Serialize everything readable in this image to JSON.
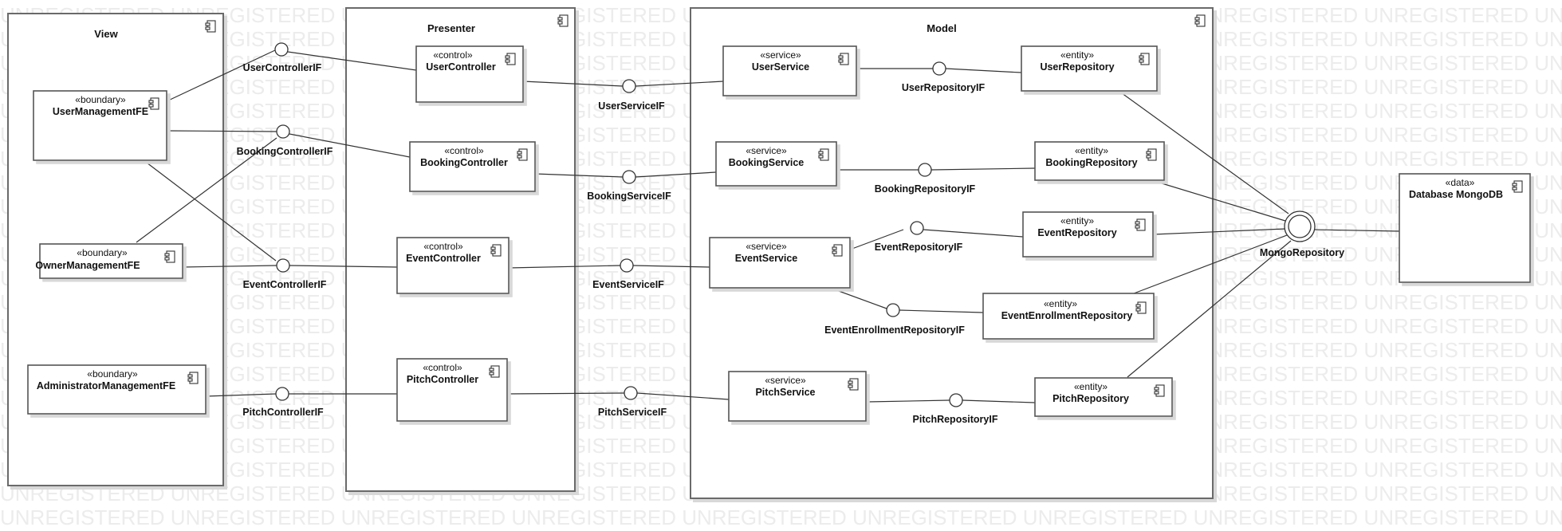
{
  "watermark": "UNREGISTERED UNREGISTERED UNREGISTERED UNREGISTERED UNREGISTERED UNREGISTERED UNREGISTERED UNREGISTERED UNREGISTERED UNREGISTERED",
  "packages": {
    "view": "View",
    "presenter": "Presenter",
    "model": "Model"
  },
  "components": {
    "user_management_fe": {
      "stereotype": "«boundary»",
      "name": "UserManagementFE"
    },
    "owner_management_fe": {
      "stereotype": "«boundary»",
      "name": "OwnerManagementFE"
    },
    "administrator_management_fe": {
      "stereotype": "«boundary»",
      "name": "AdministratorManagementFE"
    },
    "user_controller": {
      "stereotype": "«control»",
      "name": "UserController"
    },
    "booking_controller": {
      "stereotype": "«control»",
      "name": "BookingController"
    },
    "event_controller": {
      "stereotype": "«control»",
      "name": "EventController"
    },
    "pitch_controller": {
      "stereotype": "«control»",
      "name": "PitchController"
    },
    "user_service": {
      "stereotype": "«service»",
      "name": "UserService"
    },
    "booking_service": {
      "stereotype": "«service»",
      "name": "BookingService"
    },
    "event_service": {
      "stereotype": "«service»",
      "name": "EventService"
    },
    "pitch_service": {
      "stereotype": "«service»",
      "name": "PitchService"
    },
    "user_repository": {
      "stereotype": "«entity»",
      "name": "UserRepository"
    },
    "booking_repository": {
      "stereotype": "«entity»",
      "name": "BookingRepository"
    },
    "event_repository": {
      "stereotype": "«entity»",
      "name": "EventRepository"
    },
    "event_enrollment_repository": {
      "stereotype": "«entity»",
      "name": "EventEnrollmentRepository"
    },
    "pitch_repository": {
      "stereotype": "«entity»",
      "name": "PitchRepository"
    },
    "database": {
      "stereotype": "«data»",
      "name": "Database MongoDB"
    }
  },
  "interfaces": {
    "user_controller_if": "UserControllerIF",
    "booking_controller_if": "BookingControllerIF",
    "event_controller_if": "EventControllerIF",
    "pitch_controller_if": "PitchControllerIF",
    "user_service_if": "UserServiceIF",
    "booking_service_if": "BookingServiceIF",
    "event_service_if": "EventServiceIF",
    "pitch_service_if": "PitchServiceIF",
    "user_repository_if": "UserRepositoryIF",
    "booking_repository_if": "BookingRepositoryIF",
    "event_repository_if": "EventRepositoryIF",
    "event_enrollment_repository_if": "EventEnrollmentRepositoryIF",
    "pitch_repository_if": "PitchRepositoryIF",
    "mongo_repository": "MongoRepository"
  }
}
